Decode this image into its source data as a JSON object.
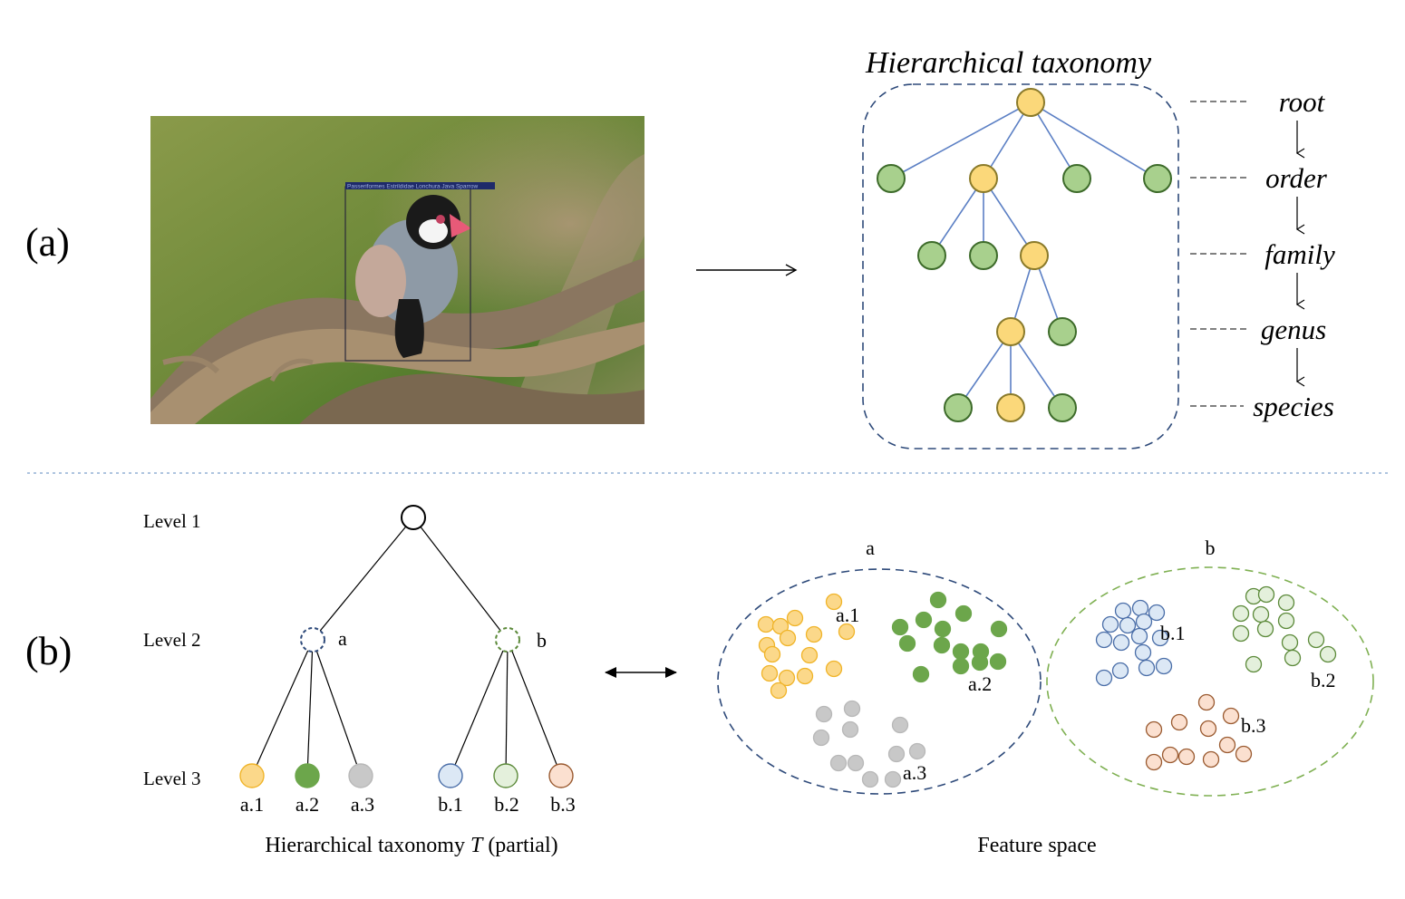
{
  "panel_a": {
    "label": "(a)",
    "taxonomy_title": "Hierarchical taxonomy",
    "bbox_label": "Passeriformes Estrildidae Lonchura Java Sparrow",
    "levels": [
      "root",
      "order",
      "family",
      "genus",
      "species"
    ]
  },
  "panel_b": {
    "label": "(b)",
    "levels": [
      "Level 1",
      "Level 2",
      "Level 3"
    ],
    "nodes_level2": [
      "a",
      "b"
    ],
    "leaves": [
      "a.1",
      "a.2",
      "a.3",
      "b.1",
      "b.2",
      "b.3"
    ],
    "tree_caption_prefix": "Hierarchical taxonomy ",
    "tree_caption_symbol": "T",
    "tree_caption_suffix": " (partial)",
    "cluster_labels_a": [
      "a",
      "a.1",
      "a.2",
      "a.3"
    ],
    "cluster_labels_b": [
      "b",
      "b.1",
      "b.2",
      "b.3"
    ],
    "feature_caption": "Feature space"
  },
  "colors": {
    "yellow_fill": "#fbd87a",
    "yellow_stroke": "#8a7a2a",
    "green_fill": "#a8d08d",
    "green_stroke": "#3d6b2a",
    "edge_blue": "#5b7fc4",
    "dash_navy": "#2e4a7a",
    "dash_green": "#7fb052",
    "a1_fill": "#fbd88a",
    "a1_stroke": "#f0b429",
    "a2_fill": "#6ca64b",
    "a3_fill": "#c8c8c8",
    "b1_fill": "#dce8f5",
    "b1_stroke": "#4a6ea8",
    "b2_fill": "#e4f0dc",
    "b2_stroke": "#5c8a3a",
    "b3_fill": "#fbe0d0",
    "b3_stroke": "#9a5a30"
  }
}
